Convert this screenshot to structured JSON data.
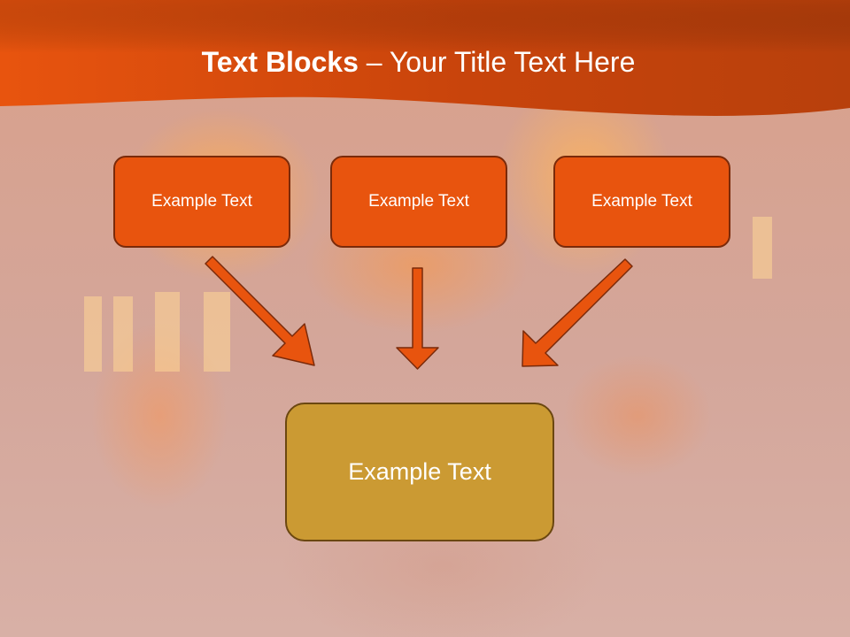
{
  "slide": {
    "title_bold": "Text Blocks",
    "title_dash": " – ",
    "title_rest": "Your Title Text Here"
  },
  "blocks": [
    {
      "label": "Example Text"
    },
    {
      "label": "Example Text"
    },
    {
      "label": "Example Text"
    }
  ],
  "target_block": {
    "label": "Example Text"
  },
  "colors": {
    "header": "#e8540e",
    "small_box": "#e8540e",
    "big_box": "#cb9a33",
    "arrow": "#e8540e"
  }
}
